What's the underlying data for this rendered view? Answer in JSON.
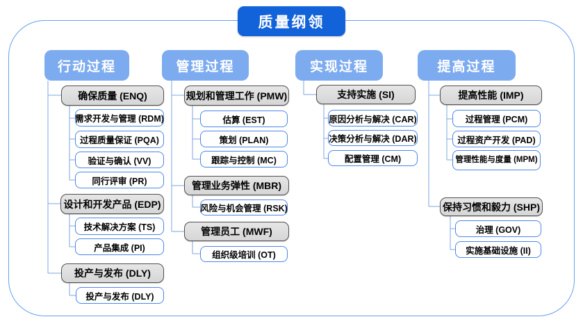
{
  "title": "质量纲领",
  "columns": [
    {
      "header": "行动过程",
      "groups": [
        {
          "label": "确保质量 (ENQ)",
          "children": [
            "需求开发与管理 (RDM)",
            "过程质量保证 (PQA)",
            "验证与确认 (VV)",
            "同行评审 (PR)"
          ]
        },
        {
          "label": "设计和开发产品 (EDP)",
          "children": [
            "技术解决方案 (TS)",
            "产品集成 (PI)"
          ]
        },
        {
          "label": "投产与发布 (DLY)",
          "children": [
            "投产与发布 (DLY)"
          ]
        }
      ]
    },
    {
      "header": "管理过程",
      "groups": [
        {
          "label": "规划和管理工作 (PMW)",
          "children": [
            "估算 (EST)",
            "策划 (PLAN)",
            "跟踪与控制 (MC)"
          ]
        },
        {
          "label": "管理业务弹性 (MBR)",
          "children": [
            "风险与机会管理 (RSK)"
          ]
        },
        {
          "label": "管理员工 (MWF)",
          "children": [
            "组织级培训 (OT)"
          ]
        }
      ]
    },
    {
      "header": "实现过程",
      "groups": [
        {
          "label": "支持实施 (SI)",
          "children": [
            "原因分析与解决 (CAR)",
            "决策分析与解决 (DAR)",
            "配置管理 (CM)"
          ]
        }
      ]
    },
    {
      "header": "提高过程",
      "groups": [
        {
          "label": "提高性能 (IMP)",
          "children": [
            "过程管理 (PCM)",
            "过程资产开发 (PAD)",
            "管理性能与度量 (MPM)"
          ]
        },
        {
          "label": "保持习惯和毅力 (SHP)",
          "children": [
            "治理 (GOV)",
            "实施基础设施 (II)"
          ]
        }
      ]
    }
  ],
  "colors": {
    "title_bg": "#1262d9",
    "column_header_bg": "#7dabf0",
    "group_box_fill": "#dcdcdc",
    "group_box_border": "#4f4f4f",
    "leaf_box_border": "#4a86e8",
    "connector": "#7ea6e0",
    "boundary_border": "#64a0ee"
  }
}
